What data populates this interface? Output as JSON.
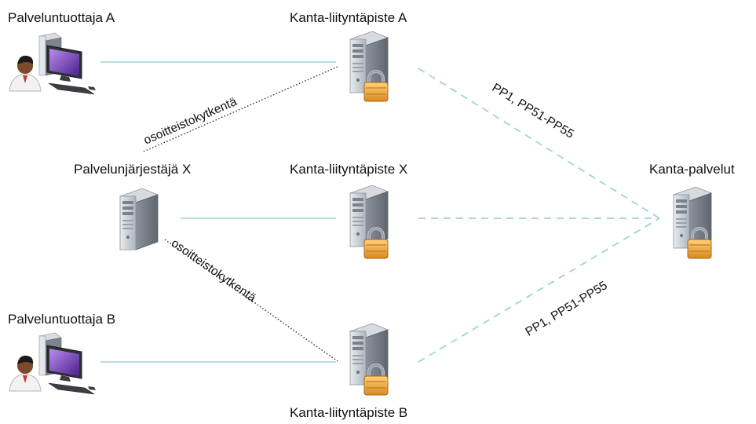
{
  "nodes": {
    "provider_a": {
      "label": "Palveluntuottaja A"
    },
    "provider_b": {
      "label": "Palveluntuottaja B"
    },
    "organizer_x": {
      "label": "Palvelunjärjestäjä X"
    },
    "gateway_a": {
      "label": "Kanta-liityntäpiste A"
    },
    "gateway_x": {
      "label": "Kanta-liityntäpiste X"
    },
    "gateway_b": {
      "label": "Kanta-liityntäpiste B"
    },
    "kanta": {
      "label": "Kanta-palvelut"
    }
  },
  "edges": {
    "address_switch_upper": "osoitteistokytkentä",
    "address_switch_lower": "osoitteistokytkentä",
    "pp_upper": "PP1, PP51-PP55",
    "pp_lower": "PP1, PP51-PP55"
  },
  "colors": {
    "solid_link": "#9fd3dc",
    "dashed_link": "#a8d8d6",
    "dotted_link": "#333333",
    "lock_body": "#f2b24a",
    "server_body": "#a7adb7"
  },
  "icons": {
    "workstation": "user-workstation-icon",
    "server": "server-icon",
    "locked_server": "locked-server-icon"
  }
}
